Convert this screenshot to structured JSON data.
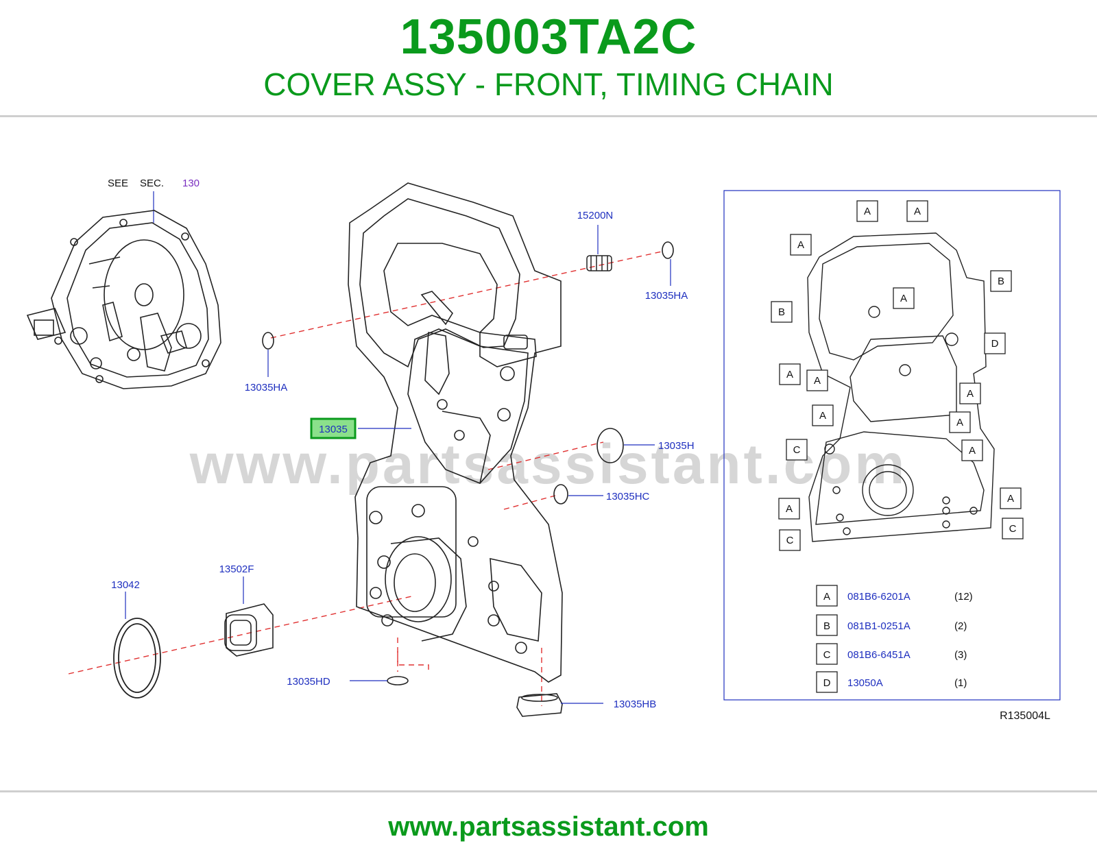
{
  "header": {
    "part_number": "135003TA2C",
    "part_name": "COVER ASSY - FRONT, TIMING CHAIN"
  },
  "watermark": "www.partsassistant.com",
  "diagram": {
    "see_section": {
      "prefix": "SEE",
      "label": "SEC.",
      "number": "130"
    },
    "callouts": {
      "highlighted": "13035",
      "c_15200N": "15200N",
      "c_13035HA_right": "13035HA",
      "c_13035HA_left": "13035HA",
      "c_13035H": "13035H",
      "c_13035HC": "13035HC",
      "c_13042": "13042",
      "c_13502F": "13502F",
      "c_13035HD": "13035HD",
      "c_13035HB": "13035HB"
    },
    "reference_code": "R135004L",
    "letter_marks": [
      "A",
      "A",
      "A",
      "B",
      "B",
      "A",
      "D",
      "A",
      "A",
      "A",
      "A",
      "A",
      "C",
      "A",
      "A",
      "A",
      "C",
      "C"
    ],
    "fastener_legend": [
      {
        "key": "A",
        "part": "081B6-6201A",
        "qty": "(12)"
      },
      {
        "key": "B",
        "part": "081B1-0251A",
        "qty": "(2)"
      },
      {
        "key": "C",
        "part": "081B6-6451A",
        "qty": "(3)"
      },
      {
        "key": "D",
        "part": "13050A",
        "qty": "(1)"
      }
    ]
  },
  "colors": {
    "brand_green": "#0a9a1c",
    "callout_blue": "#1e2fbf",
    "section_purple": "#7a2fc0",
    "highlight_fill": "#8be08b",
    "watermark": "#d3d3d3",
    "leader_red": "#e03030"
  },
  "footer": {
    "url": "www.partsassistant.com"
  }
}
